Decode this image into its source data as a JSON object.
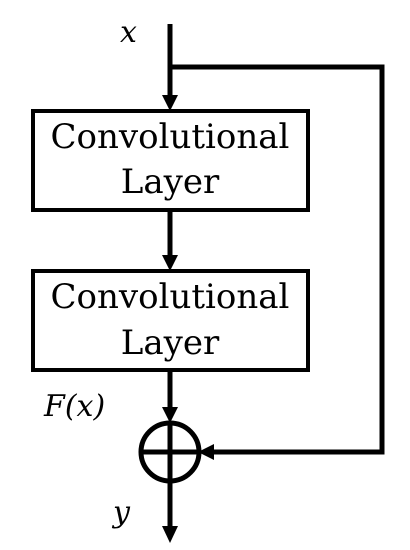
{
  "diagram": {
    "input_label": "x",
    "output_label": "y",
    "residual_label": "F(x)",
    "layer1": {
      "line1": "Convolutional",
      "line2": "Layer"
    },
    "layer2": {
      "line1": "Convolutional",
      "line2": "Layer"
    },
    "add_operator": "circled-plus-icon"
  }
}
